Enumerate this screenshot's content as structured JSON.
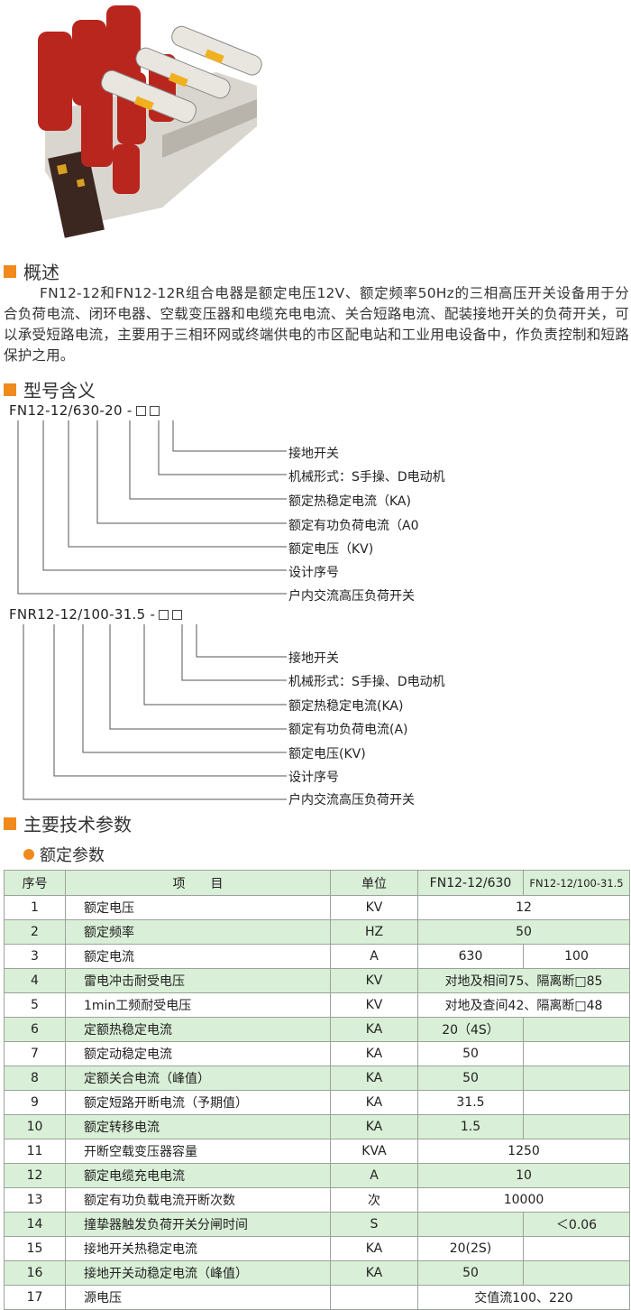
{
  "overview": {
    "heading": "概述",
    "text": "FN12-12和FN12-12R组合电器是额定电压12V、额定频率50Hz的三相高压开关设备用于分合负荷电流、闭环电器、空载变压器和电缆充电电流、关合短路电流、配装接地开关的负荷开关，可以承受短路电流，主要用于三相环网或终端供电的市区配电站和工业用电设备中，作负责控制和短路保护之用。"
  },
  "model_meaning": {
    "heading": "型号含义",
    "model1": {
      "code": "FN12-12/630-20 -",
      "labels": [
        "接地开关",
        "机械形式：S手操、D电动机",
        "额定热稳定电流（KA)",
        "额定有功负荷电流（A0",
        "额定电压（KV)",
        "设计序号",
        "户内交流高压负荷开关"
      ]
    },
    "model2": {
      "code": "FNR12-12/100-31.5 -",
      "labels": [
        "接地开关",
        "机械形式：S手操、D电动机",
        "额定热稳定电流(KA)",
        "额定有功负荷电流(A)",
        "额定电压(KV)",
        "设计序号",
        "户内交流高压负荷开关"
      ]
    }
  },
  "tech": {
    "heading": "主要技术参数",
    "subheading": "额定参数",
    "columns": [
      "序号",
      "项　　目",
      "单位",
      "FN12-12/630",
      "FN12-12/100-31.5"
    ],
    "rows": [
      {
        "no": "1",
        "item": "额定电压",
        "unit": "KV",
        "v1": "12",
        "v2": "",
        "span": true
      },
      {
        "no": "2",
        "item": "额定频率",
        "unit": "HZ",
        "v1": "50",
        "v2": "",
        "span": true
      },
      {
        "no": "3",
        "item": "额定电流",
        "unit": "A",
        "v1": "630",
        "v2": "100",
        "span": false
      },
      {
        "no": "4",
        "item": "雷电冲击耐受电压",
        "unit": "KV",
        "v1": "对地及相间75、隔离断□85",
        "v2": "",
        "span": true
      },
      {
        "no": "5",
        "item": "1min工频耐受电压",
        "unit": "KV",
        "v1": "对地及查间42、隔离断□48",
        "v2": "",
        "span": true
      },
      {
        "no": "6",
        "item": "定额热稳定电流",
        "unit": "KA",
        "v1": "20（4S）",
        "v2": "",
        "span": false
      },
      {
        "no": "7",
        "item": "额定动稳定电流",
        "unit": "KA",
        "v1": "50",
        "v2": "",
        "span": false
      },
      {
        "no": "8",
        "item": "定额关合电流（峰值）",
        "unit": "KA",
        "v1": "50",
        "v2": "",
        "span": false
      },
      {
        "no": "9",
        "item": "额定短路开断电流（予期值）",
        "unit": "KA",
        "v1": "31.5",
        "v2": "",
        "span": false
      },
      {
        "no": "10",
        "item": "额定转移电流",
        "unit": "KA",
        "v1": "1.5",
        "v2": "",
        "span": false
      },
      {
        "no": "11",
        "item": "开断空载变压器容量",
        "unit": "KVA",
        "v1": "1250",
        "v2": "",
        "span": true
      },
      {
        "no": "12",
        "item": "额定电缆充电电流",
        "unit": "A",
        "v1": "10",
        "v2": "",
        "span": true
      },
      {
        "no": "13",
        "item": "额定有功负载电流开断次数",
        "unit": "次",
        "v1": "10000",
        "v2": "",
        "span": true
      },
      {
        "no": "14",
        "item": "撞挚器触发负荷开关分闸时间",
        "unit": "S",
        "v1": "",
        "v2": "＜0.06",
        "span": false
      },
      {
        "no": "15",
        "item": "接地开关热稳定电流",
        "unit": "KA",
        "v1": "20(2S)",
        "v2": "",
        "span": false
      },
      {
        "no": "16",
        "item": "接地开关动稳定电流（峰值）",
        "unit": "KA",
        "v1": "50",
        "v2": "",
        "span": false
      },
      {
        "no": "17",
        "item": "源电压",
        "unit": "",
        "v1": "交值流100、220",
        "v2": "",
        "span": true
      }
    ]
  }
}
